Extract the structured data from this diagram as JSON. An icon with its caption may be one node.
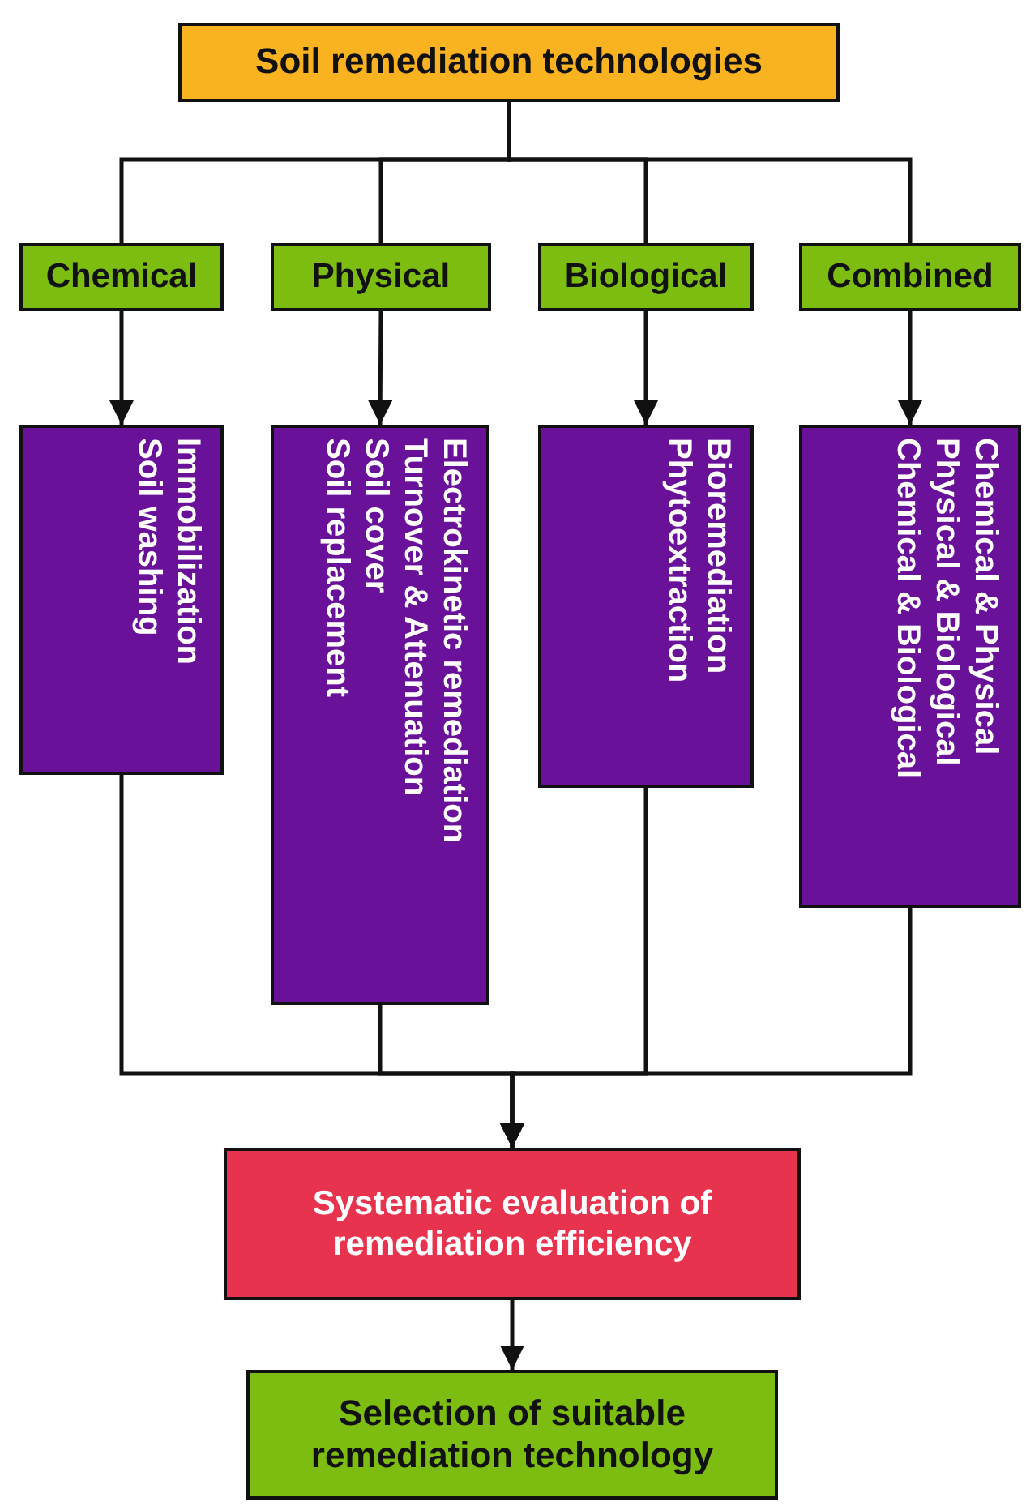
{
  "diagram": {
    "nodes": [
      {
        "text": [
          "Soil remediation technologies"
        ]
      },
      {
        "text": [
          "Chemical"
        ]
      },
      {
        "text": [
          "Physical"
        ]
      },
      {
        "text": [
          "Biological"
        ]
      },
      {
        "text": [
          "Combined"
        ]
      },
      {
        "text": [
          "Immobilization",
          "Soil washing"
        ]
      },
      {
        "text": [
          "Electrokinetic remediation",
          "Turnover & Attenuation",
          "Soil cover",
          "Soil replacement"
        ]
      },
      {
        "text": [
          "Bioremediation",
          "Phytoextraction"
        ]
      },
      {
        "text": [
          "Chemical & Physical",
          "Physical & Biological",
          "Chemical & Biological"
        ]
      },
      {
        "text": [
          "Systematic evaluation of remediation efficiency"
        ]
      },
      {
        "text": [
          "Selection of suitable remediation technology"
        ]
      }
    ],
    "edges": [
      {
        "from": 0,
        "to": 1,
        "arrow": "none"
      },
      {
        "from": 0,
        "to": 2,
        "arrow": "none"
      },
      {
        "from": 0,
        "to": 3,
        "arrow": "none"
      },
      {
        "from": 0,
        "to": 4,
        "arrow": "none"
      },
      {
        "from": 1,
        "to": 5,
        "arrow": "to"
      },
      {
        "from": 2,
        "to": 6,
        "arrow": "to"
      },
      {
        "from": 3,
        "to": 7,
        "arrow": "to"
      },
      {
        "from": 4,
        "to": 8,
        "arrow": "to"
      },
      {
        "from": 5,
        "to": 9,
        "arrow": "to"
      },
      {
        "from": 6,
        "to": 9,
        "arrow": "to"
      },
      {
        "from": 7,
        "to": 9,
        "arrow": "to"
      },
      {
        "from": 8,
        "to": 9,
        "arrow": "to"
      },
      {
        "from": 9,
        "to": 10,
        "arrow": "to"
      }
    ]
  }
}
